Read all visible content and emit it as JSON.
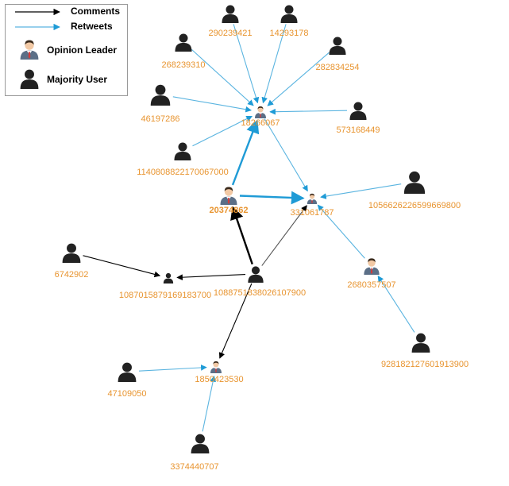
{
  "legend": {
    "comments": "Comments",
    "retweets": "Retweets",
    "opinion_leader": "Opinion Leader",
    "majority_user": "Majority User"
  },
  "colors": {
    "comment": "#000000",
    "retweet": "#5ab4e0",
    "retweet_strong": "#1f9bd6",
    "label": "#e8942f",
    "user": "#222222",
    "leader_suit": "#5b6f87",
    "leader_skin": "#f2c9a5",
    "leader_tie": "#d23a3a"
  },
  "nodes": [
    {
      "id": "290239421",
      "label": "290239421",
      "kind": "majority"
    },
    {
      "id": "14293178",
      "label": "14293178",
      "kind": "majority"
    },
    {
      "id": "268239310",
      "label": "268239310",
      "kind": "majority"
    },
    {
      "id": "282834254",
      "label": "282834254",
      "kind": "majority"
    },
    {
      "id": "46197286",
      "label": "46197286",
      "kind": "majority"
    },
    {
      "id": "hub",
      "label": "18266067",
      "kind": "leader"
    },
    {
      "id": "573168449",
      "label": "573168449",
      "kind": "majority"
    },
    {
      "id": "1140808822170067000",
      "label": "1140808822170067000",
      "kind": "majority"
    },
    {
      "id": "20374862",
      "label": "20374862",
      "kind": "leader",
      "bold": true
    },
    {
      "id": "331061787",
      "label": "331061787",
      "kind": "leader"
    },
    {
      "id": "1056626226599669800",
      "label": "1056626226599669800",
      "kind": "majority"
    },
    {
      "id": "6742902",
      "label": "6742902",
      "kind": "majority"
    },
    {
      "id": "1087015879169183700",
      "label": "1087015879169183700",
      "kind": "majority"
    },
    {
      "id": "1088751838026107900",
      "label": "1088751838026107900",
      "kind": "majority"
    },
    {
      "id": "2680357507",
      "label": "2680357507",
      "kind": "leader"
    },
    {
      "id": "928182127601913900",
      "label": "928182127601913900",
      "kind": "majority"
    },
    {
      "id": "47109050",
      "label": "47109050",
      "kind": "majority"
    },
    {
      "id": "1850423530",
      "label": "1850423530",
      "kind": "leader"
    },
    {
      "id": "3374440707",
      "label": "3374440707",
      "kind": "majority"
    }
  ],
  "edges": [
    {
      "from": "290239421",
      "to": "hub",
      "type": "retweet"
    },
    {
      "from": "14293178",
      "to": "hub",
      "type": "retweet"
    },
    {
      "from": "268239310",
      "to": "hub",
      "type": "retweet"
    },
    {
      "from": "282834254",
      "to": "hub",
      "type": "retweet"
    },
    {
      "from": "46197286",
      "to": "hub",
      "type": "retweet"
    },
    {
      "from": "573168449",
      "to": "hub",
      "type": "retweet"
    },
    {
      "from": "1140808822170067000",
      "to": "hub",
      "type": "retweet"
    },
    {
      "from": "20374862",
      "to": "hub",
      "type": "retweet",
      "strong": true
    },
    {
      "from": "hub",
      "to": "331061787",
      "type": "retweet"
    },
    {
      "from": "20374862",
      "to": "331061787",
      "type": "retweet",
      "strong": true
    },
    {
      "from": "1056626226599669800",
      "to": "331061787",
      "type": "retweet"
    },
    {
      "from": "2680357507",
      "to": "331061787",
      "type": "retweet"
    },
    {
      "from": "928182127601913900",
      "to": "2680357507",
      "type": "retweet"
    },
    {
      "from": "1088751838026107900",
      "to": "20374862",
      "type": "comment",
      "strong": true
    },
    {
      "from": "1088751838026107900",
      "to": "331061787",
      "type": "comment",
      "light": true
    },
    {
      "from": "1088751838026107900",
      "to": "1087015879169183700",
      "type": "comment"
    },
    {
      "from": "6742902",
      "to": "1087015879169183700",
      "type": "comment"
    },
    {
      "from": "1088751838026107900",
      "to": "1850423530",
      "type": "comment"
    },
    {
      "from": "47109050",
      "to": "1850423530",
      "type": "retweet"
    },
    {
      "from": "3374440707",
      "to": "1850423530",
      "type": "retweet"
    }
  ]
}
